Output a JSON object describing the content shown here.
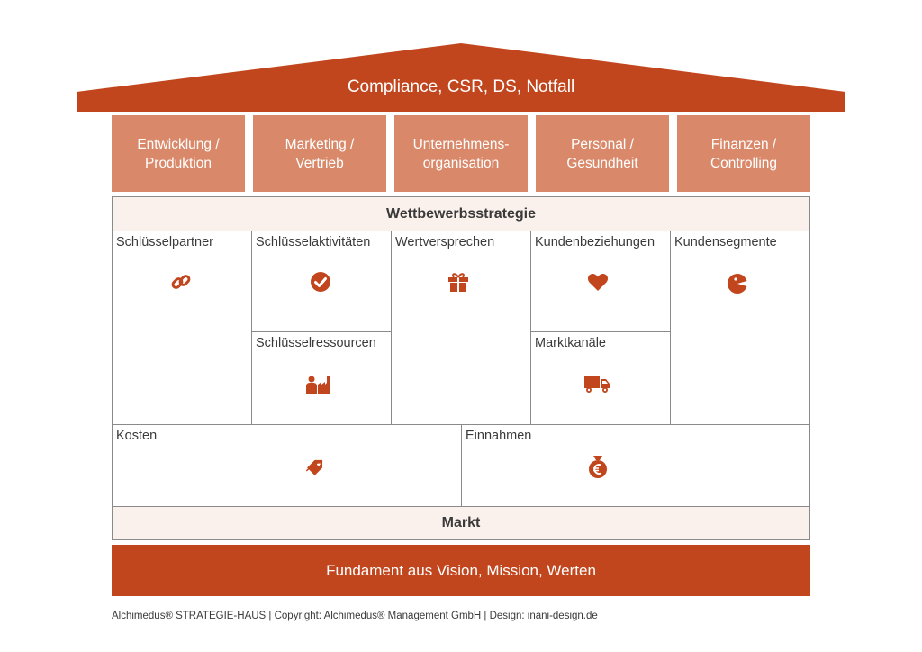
{
  "colors": {
    "primary": "#c2461d",
    "pillar": "#d9896a",
    "band": "#fbf1ec",
    "border": "#8a8a8a",
    "text": "#3a3a3a"
  },
  "roof": {
    "label": "Compliance, CSR, DS, Notfall"
  },
  "pillars": [
    {
      "label": "Entwicklung /\nProduktion"
    },
    {
      "label": "Marketing /\nVertrieb"
    },
    {
      "label": "Unternehmens-\norganisation"
    },
    {
      "label": "Personal /\nGesundheit"
    },
    {
      "label": "Finanzen /\nControlling"
    }
  ],
  "strategy": {
    "label": "Wettbewerbsstrategie"
  },
  "blocks": {
    "partners": {
      "label": "Schlüsselpartner",
      "icon": "link-icon"
    },
    "activities": {
      "label": "Schlüsselaktivitäten",
      "icon": "check-circle-icon"
    },
    "resources": {
      "label": "Schlüsselressourcen",
      "icon": "factory-icon"
    },
    "value": {
      "label": "Wertversprechen",
      "icon": "gift-icon"
    },
    "relationships": {
      "label": "Kundenbeziehungen",
      "icon": "heart-icon"
    },
    "channels": {
      "label": "Marktkanäle",
      "icon": "truck-icon"
    },
    "segments": {
      "label": "Kundensegmente",
      "icon": "pacman-icon"
    },
    "costs": {
      "label": "Kosten",
      "icon": "price-tag-icon"
    },
    "revenue": {
      "label": "Einnahmen",
      "icon": "money-bag-euro-icon"
    }
  },
  "market": {
    "label": "Markt"
  },
  "foundation": {
    "label": "Fundament aus Vision, Mission, Werten"
  },
  "footer": {
    "text": "Alchimedus® STRATEGIE-HAUS | Copyright: Alchimedus® Management GmbH | Design: inani-design.de"
  }
}
